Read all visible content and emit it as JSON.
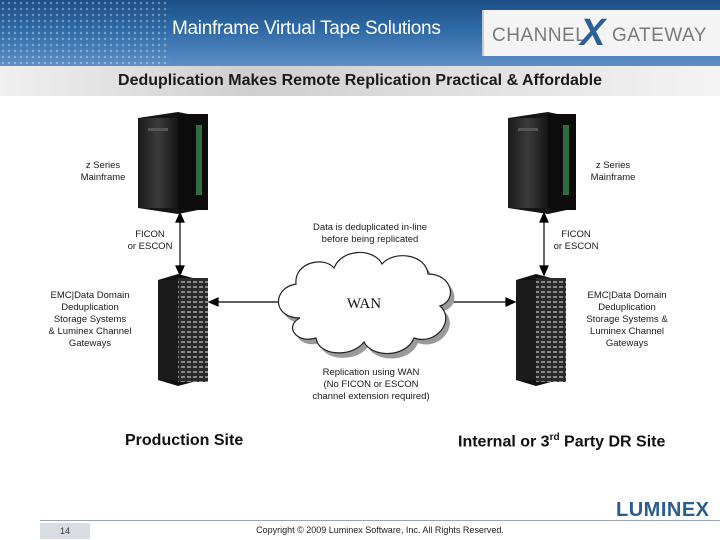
{
  "header": {
    "product_title": "Mainframe Virtual Tape Solutions",
    "logo_word_left": "CHANNEL",
    "logo_mark": "X",
    "logo_word_right": "GATEWAY"
  },
  "slide_title": "Deduplication Makes Remote Replication Practical & Affordable",
  "left_site": {
    "mainframe_label": [
      "z Series",
      "Mainframe"
    ],
    "link_label": [
      "FICON",
      "or ESCON"
    ],
    "storage_label": [
      "EMC|Data Domain",
      "Deduplication",
      "Storage Systems",
      "& Luminex Channel",
      "Gateways"
    ],
    "site_name": "Production Site"
  },
  "right_site": {
    "mainframe_label": [
      "z Series",
      "Mainframe"
    ],
    "link_label": [
      "FICON",
      "or ESCON"
    ],
    "storage_label": [
      "EMC|Data Domain",
      "Deduplication",
      "Storage Systems &",
      "Luminex Channel",
      "Gateways"
    ],
    "site_name_prefix": "Internal or 3",
    "site_name_sup": "rd",
    "site_name_suffix": " Party DR Site"
  },
  "wan": {
    "label": "WAN",
    "note_above": [
      "Data is deduplicated in-line",
      "before being replicated"
    ],
    "note_below": [
      "Replication using WAN",
      "(No FICON or ESCON",
      "channel extension required)"
    ]
  },
  "footer": {
    "page_number": "14",
    "copyright": "Copyright © 2009 Luminex Software, Inc. All Rights Reserved.",
    "logo": "LUMINEX"
  },
  "colors": {
    "banner": "#2f6aa6",
    "logo_blue": "#2b5d93"
  }
}
